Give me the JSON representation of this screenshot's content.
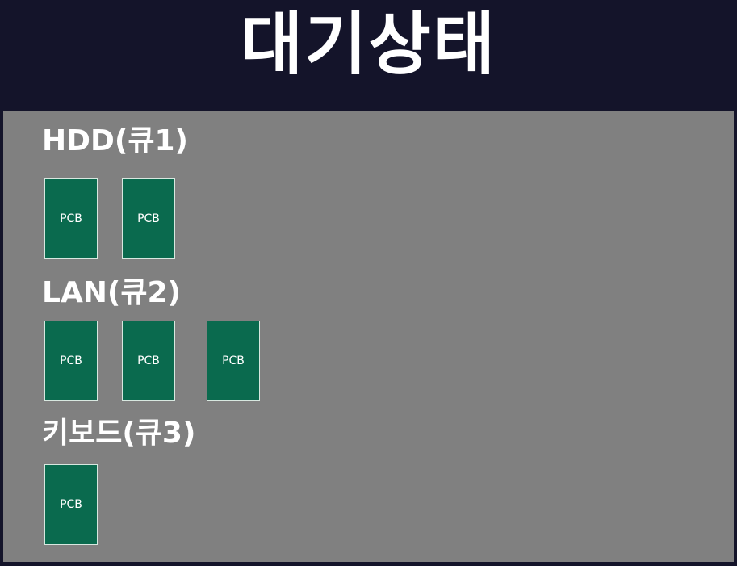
{
  "title": "대기상태",
  "colors": {
    "header_bg": "#14142a",
    "panel_bg": "#808080",
    "pcb_fill": "#0a6a4e",
    "text": "#ffffff"
  },
  "queues": [
    {
      "label": "HDD(큐1)",
      "pcbs": [
        "PCB",
        "PCB"
      ]
    },
    {
      "label": "LAN(큐2)",
      "pcbs": [
        "PCB",
        "PCB",
        "PCB"
      ]
    },
    {
      "label": "키보드(큐3)",
      "pcbs": [
        "PCB"
      ]
    }
  ]
}
